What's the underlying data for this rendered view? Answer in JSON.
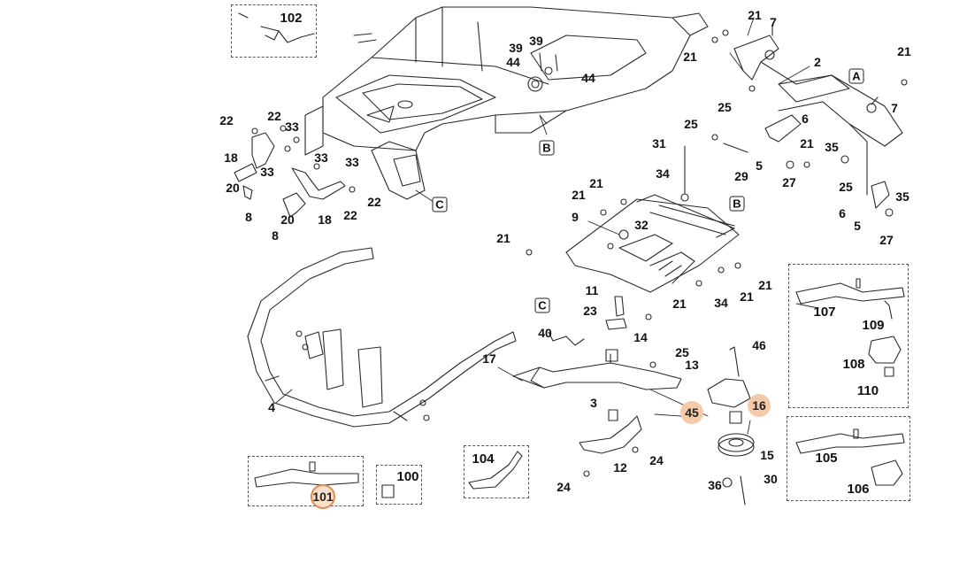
{
  "colors": {
    "line": "#2a2a2a",
    "highlight_fill": "#f6c9a8",
    "highlight_ring": "#e38a4f"
  },
  "refs": {
    "A": "A",
    "B": "B",
    "C": "C"
  },
  "parts": {
    "p2": "2",
    "p3": "3",
    "p4": "4",
    "p5": "5",
    "p6": "6",
    "p7": "7",
    "p8": "8",
    "p9": "9",
    "p11": "11",
    "p12": "12",
    "p13": "13",
    "p14": "14",
    "p15": "15",
    "p16": "16",
    "p17": "17",
    "p18": "18",
    "p20": "20",
    "p21": "21",
    "p22": "22",
    "p23": "23",
    "p24": "24",
    "p25": "25",
    "p27": "27",
    "p29": "29",
    "p30": "30",
    "p31": "31",
    "p32": "32",
    "p33": "33",
    "p34": "34",
    "p35": "35",
    "p36": "36",
    "p39": "39",
    "p40": "40",
    "p44": "44",
    "p45": "45",
    "p46": "46",
    "p100": "100",
    "p101": "101",
    "p102": "102",
    "p104": "104",
    "p105": "105",
    "p106": "106",
    "p107": "107",
    "p108": "108",
    "p109": "109",
    "p110": "110"
  }
}
